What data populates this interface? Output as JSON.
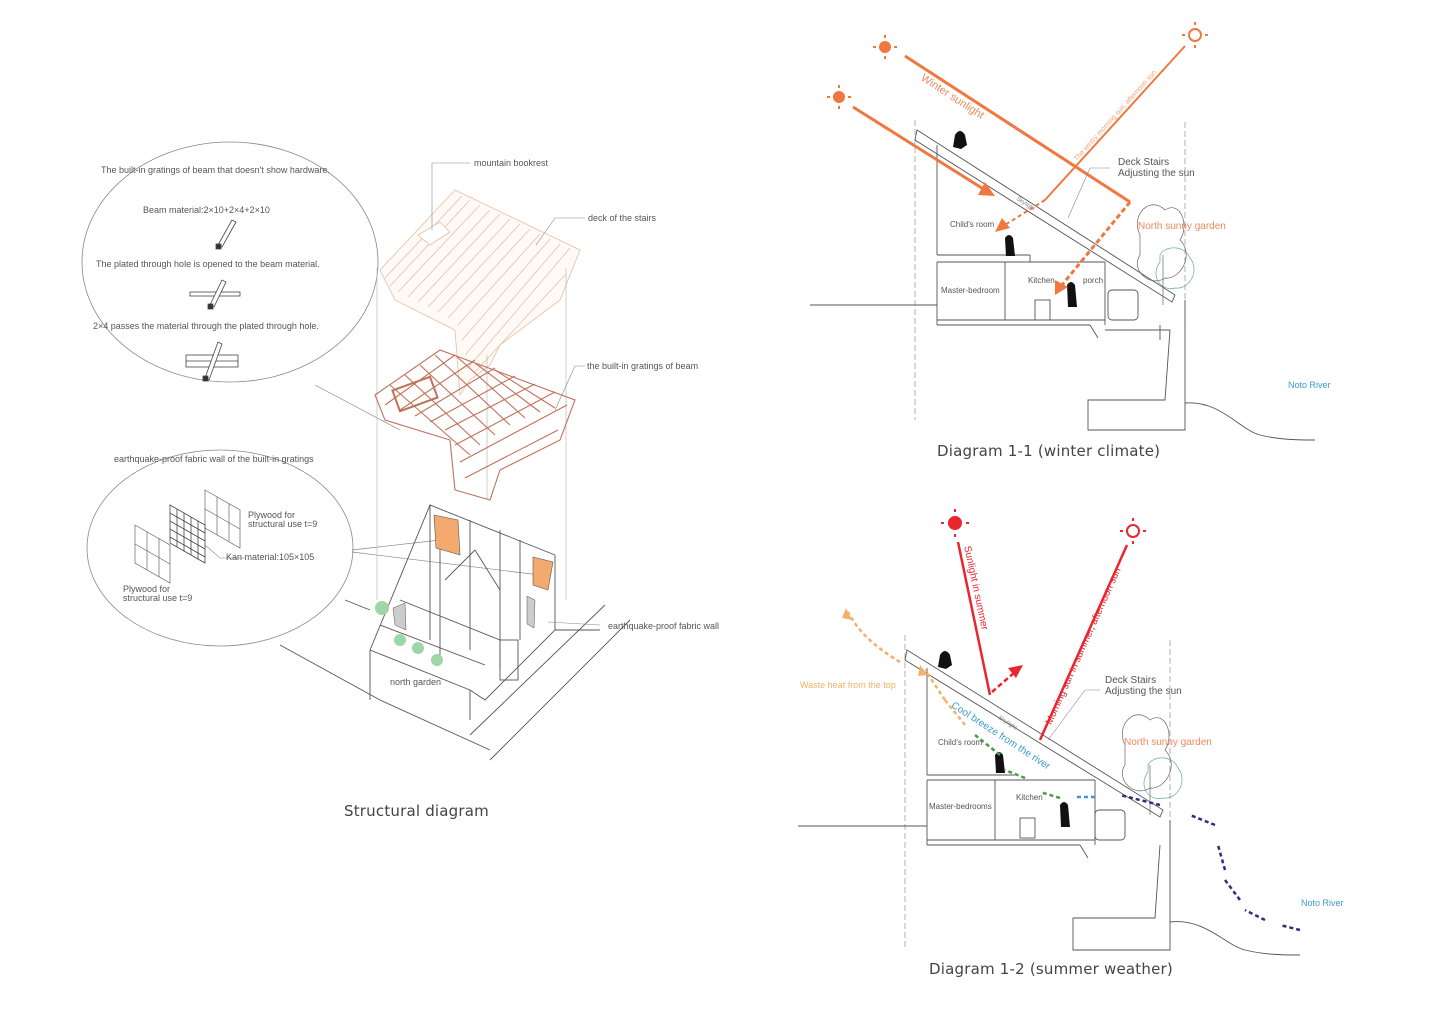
{
  "structural": {
    "title": "Structural diagram",
    "gratings_heading": "The built-in gratings of beam that doesn't show hardware.",
    "beam_material": "Beam material:2×10+2×4+2×10",
    "plated_hole": "The plated through hole is opened to the beam material.",
    "passes": "2×4 passes the material through the plated through hole.",
    "fabric_heading": "earthquake-proof fabric wall of the built-in gratings",
    "plywood_top": [
      "Plywood for",
      "structural use t=9"
    ],
    "kan_material": "Kan material:105×105",
    "plywood_bottom": [
      "Plywood for",
      "structural use t=9"
    ],
    "mountain_bookrest": "mountain bookrest",
    "deck_of_stairs": "deck of the stairs",
    "builtin_gratings": "the built-in gratings of beam",
    "fabric_wall": "earthquake-proof fabric wall",
    "north_garden": "north garden",
    "colors": {
      "deck": "#e8c8b0",
      "grating": "#c0715a",
      "wall": "#f4a96f",
      "tree": "#9fd6a8"
    }
  },
  "winter": {
    "title": "Diagram 1-1 (winter climate)",
    "winter_sunlight": "Winter sunlight",
    "wintry_sun": "The wintry morning sun, afternoon sun",
    "deck_stairs": [
      "Deck Stairs",
      "Adjusting the sun"
    ],
    "north_sunny_garden": "North sunny garden",
    "childs_room": "Child's room",
    "master_bedroom": "Master-bedroom",
    "kitchen": "Kitchen",
    "porch": "porch",
    "skylight": "Skylight",
    "noto_river": "Noto River",
    "colors": {
      "sun": "#f07840",
      "ray": "#f07840"
    }
  },
  "summer": {
    "title": "Diagram 1-2 (summer weather)",
    "sunlight_summer": "Sunlight in summer",
    "morning_sun": "Morning sun in summer, afternoon sun",
    "deck_stairs": [
      "Deck Stairs",
      "Adjusting the sun"
    ],
    "waste_heat": "Waste heat from the top",
    "cool_breeze": "Cool breeze from the river",
    "north_sunny_garden": "North sunny garden",
    "childs_room": "Child's room",
    "master_bedroom": "Master-bedrooms",
    "kitchen": "Kitchen",
    "skylight": "Skylight",
    "noto_river": "Noto River",
    "colors": {
      "sun": "#e8262e",
      "waste_heat": "#f3b26a",
      "breeze": "#3a9bd0",
      "green": "#4a9a4a",
      "navy": "#2d2f7a"
    }
  }
}
